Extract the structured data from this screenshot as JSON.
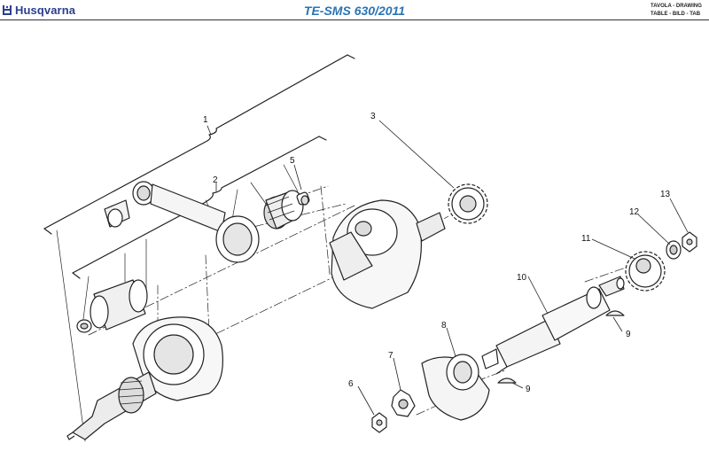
{
  "header": {
    "brand": "Husqvarna",
    "model": "TE-SMS 630/2011",
    "table_label_line1": "TAVOLA - DRAWING",
    "table_label_line2": "TABLE - BILD - TAB"
  },
  "callouts": [
    {
      "id": "c1",
      "label": "1"
    },
    {
      "id": "c2",
      "label": "2"
    },
    {
      "id": "c3",
      "label": "3"
    },
    {
      "id": "c5",
      "label": "5"
    },
    {
      "id": "c6",
      "label": "6"
    },
    {
      "id": "c7",
      "label": "7"
    },
    {
      "id": "c8",
      "label": "8"
    },
    {
      "id": "c9a",
      "label": "9"
    },
    {
      "id": "c9b",
      "label": "9"
    },
    {
      "id": "c10",
      "label": "10"
    },
    {
      "id": "c11",
      "label": "11"
    },
    {
      "id": "c12",
      "label": "12"
    },
    {
      "id": "c13",
      "label": "13"
    }
  ],
  "colors": {
    "brand": "#2b3f8c",
    "title": "#2a74b5",
    "line": "#222222"
  }
}
